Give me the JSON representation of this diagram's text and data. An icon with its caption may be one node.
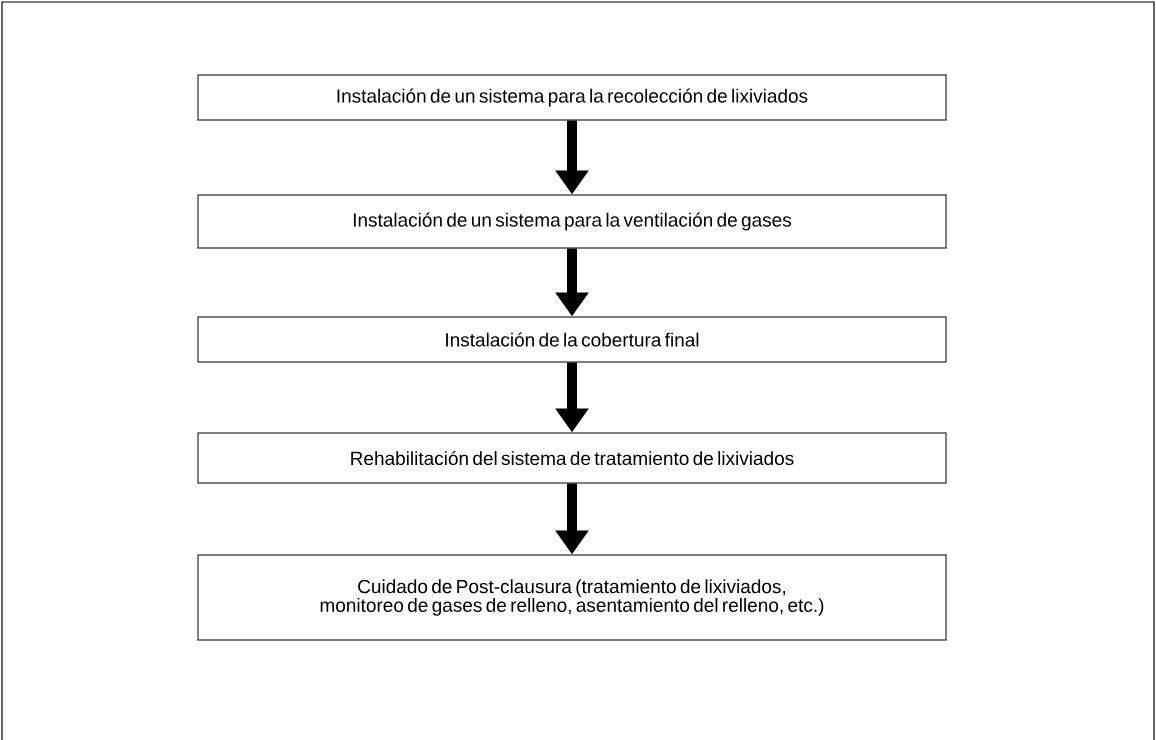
{
  "diagram": {
    "nodes": [
      {
        "text": [
          "Instalación de un sistema para la recolección de lixiviados"
        ]
      },
      {
        "text": [
          "Instalación de un sistema para la ventilación de gases"
        ]
      },
      {
        "text": [
          "Instalación de la cobertura final"
        ]
      },
      {
        "text": [
          "Rehabilitación del sistema de tratamiento de lixiviados"
        ]
      },
      {
        "text": [
          "Cuidado de Post-clausura (tratamiento de lixiviados, monitoreo de gases de relleno, asentamiento del relleno, etc.)"
        ]
      }
    ],
    "edges": [
      {
        "from": 0,
        "to": 1,
        "arrow": "to"
      },
      {
        "from": 1,
        "to": 2,
        "arrow": "to"
      },
      {
        "from": 2,
        "to": 3,
        "arrow": "to"
      },
      {
        "from": 3,
        "to": 4,
        "arrow": "to"
      }
    ]
  }
}
